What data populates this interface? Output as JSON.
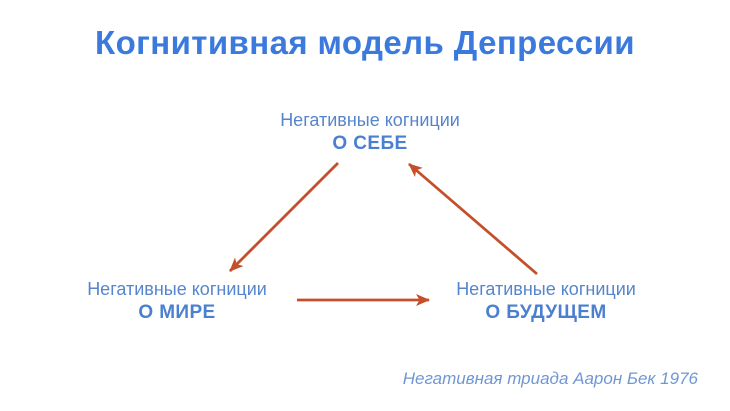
{
  "title": "Когнитивная модель Депрессии",
  "nodes": {
    "self": {
      "line1": "Негативные когниции",
      "line2": "О СЕБЕ"
    },
    "world": {
      "line1": "Негативные когниции",
      "line2": "О МИРЕ"
    },
    "future": {
      "line1": "Негативные когниции",
      "line2": "О БУДУЩЕМ"
    }
  },
  "edges": [
    {
      "from": "self",
      "to": "world"
    },
    {
      "from": "world",
      "to": "future"
    },
    {
      "from": "future",
      "to": "self"
    }
  ],
  "caption": "Негативная триада Аарон Бек 1976",
  "colors": {
    "title": "#3b7adc",
    "node_text": "#5585cc",
    "node_bold": "#4b7fd0",
    "caption": "#7097d4",
    "arrow": "#c44f2b",
    "background": "#ffffff"
  }
}
